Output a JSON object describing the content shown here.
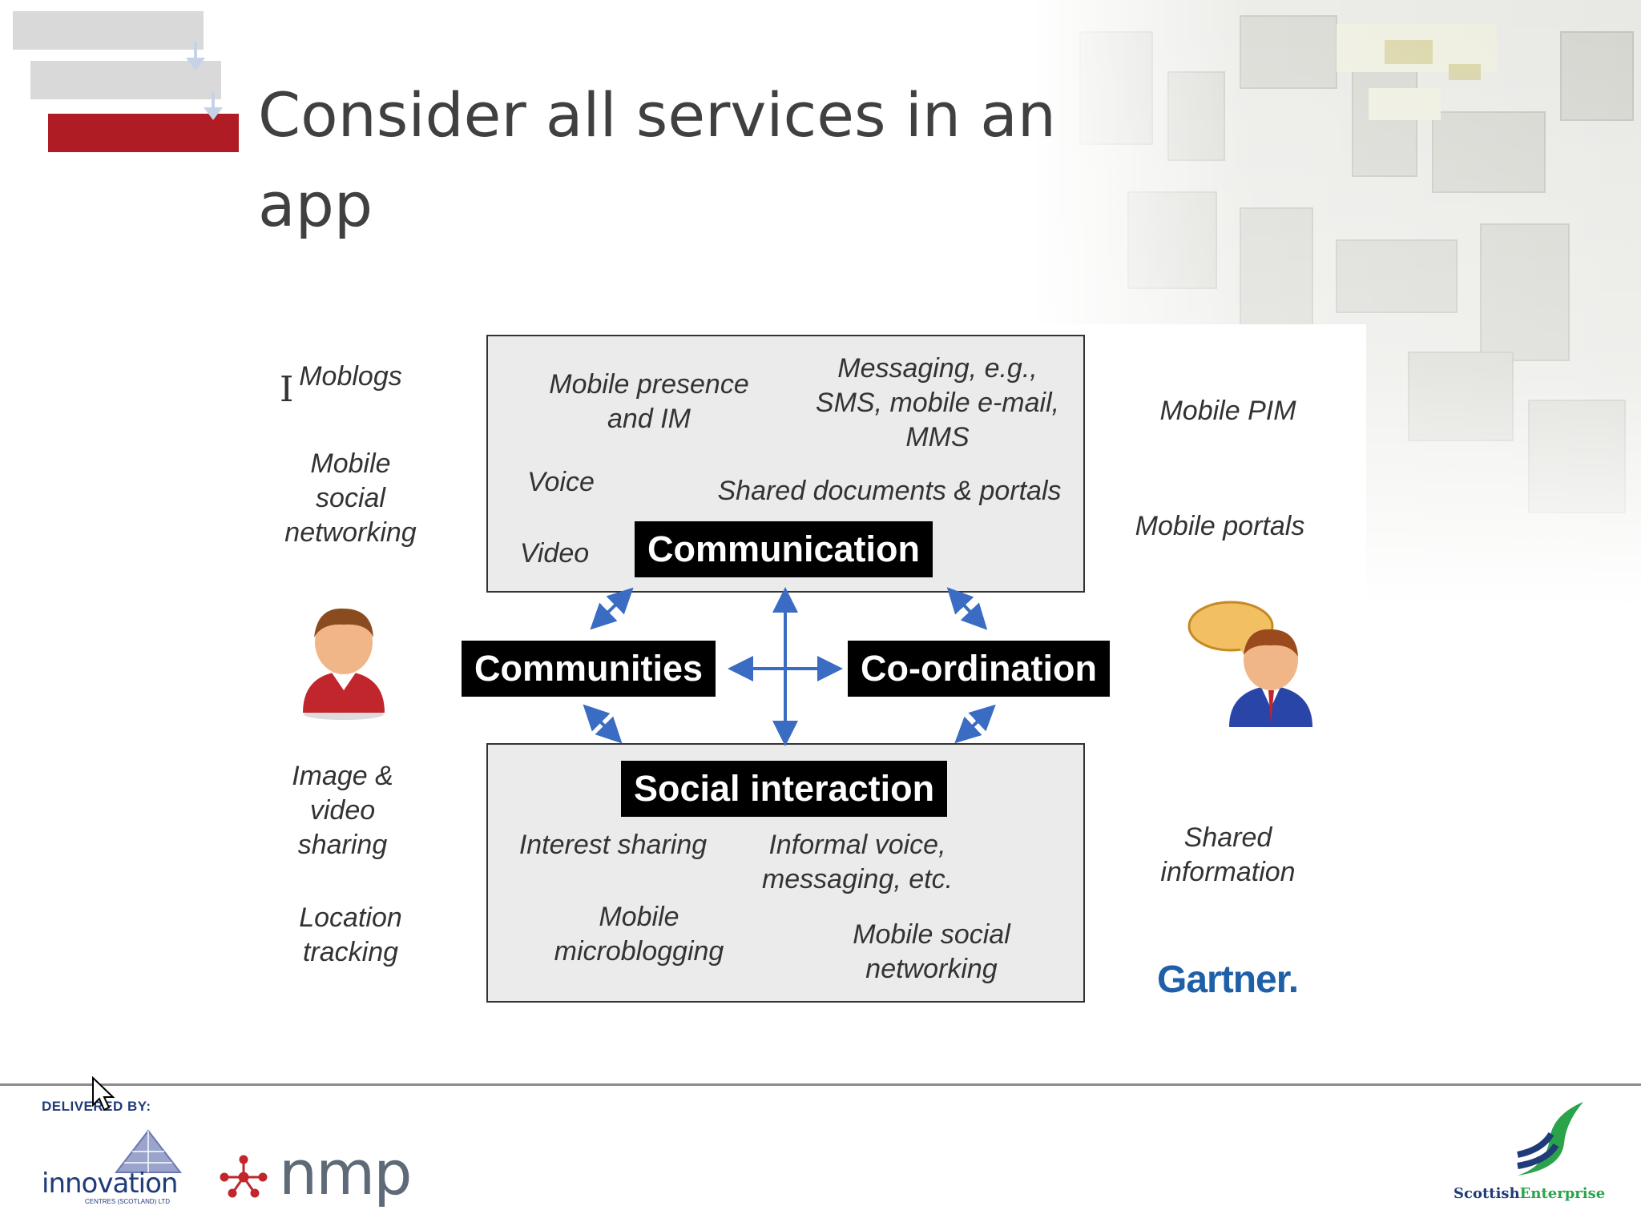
{
  "slide": {
    "title": "Consider all services in an app"
  },
  "diagram": {
    "communication": {
      "tag": "Communication",
      "items": {
        "presence": "Mobile presence\nand IM",
        "messaging": "Messaging, e.g.,\nSMS, mobile e-mail,\nMMS",
        "voice": "Voice",
        "shared_docs": "Shared documents & portals",
        "video": "Video"
      }
    },
    "communities": {
      "tag": "Communities"
    },
    "coordination": {
      "tag": "Co-ordination"
    },
    "social": {
      "tag": "Social interaction",
      "items": {
        "interest": "Interest sharing",
        "informal": "Informal voice,\nmessaging, etc.",
        "microblogging": "Mobile\nmicroblogging",
        "social_networking": "Mobile social\nnetworking"
      }
    },
    "left_labels": {
      "moblogs": "Moblogs",
      "mobile_social": "Mobile\nsocial\nnetworking",
      "image_video": "Image &\nvideo\nsharing",
      "location": "Location\ntracking"
    },
    "right_labels": {
      "pim": "Mobile PIM",
      "portals": "Mobile portals",
      "shared_info": "Shared\ninformation"
    },
    "source_logo": "Gartner."
  },
  "footer": {
    "delivered_by": "DELIVERED BY:",
    "innovation": "innovation",
    "innovation_sub": "CENTRES (SCOTLAND) LTD",
    "nmp": "nmp",
    "scottish": "Scottish",
    "enterprise": "Enterprise"
  },
  "colors": {
    "title_bar_red": "#b01c24",
    "title_bar_gray": "#d9d9d9",
    "arrow_blue": "#3a6cc4",
    "gartner_blue": "#1f5fa8",
    "box_fill": "#ebebeb"
  }
}
